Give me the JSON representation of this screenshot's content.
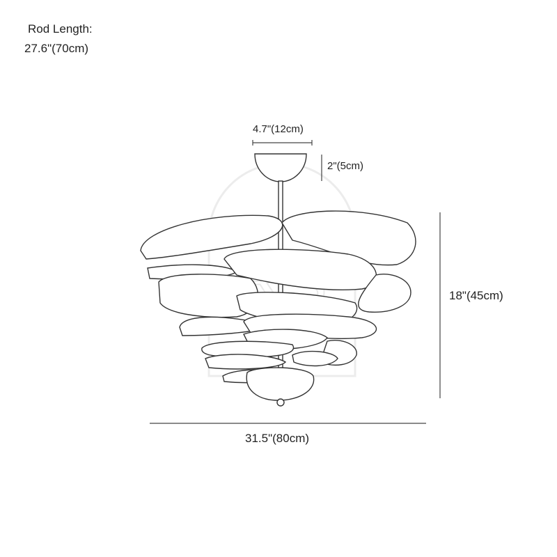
{
  "rod_length": {
    "label": "Rod Length:",
    "value": "27.6\"(70cm)"
  },
  "dimensions": {
    "canopy_width": "4.7\"(12cm)",
    "canopy_height": "2\"(5cm)",
    "fixture_height": "18\"(45cm)",
    "fixture_width": "31.5\"(80cm)"
  },
  "watermark": {
    "text": "RS"
  },
  "colors": {
    "line": "#333333",
    "dim_line": "#444444",
    "watermark": "#ececec"
  }
}
